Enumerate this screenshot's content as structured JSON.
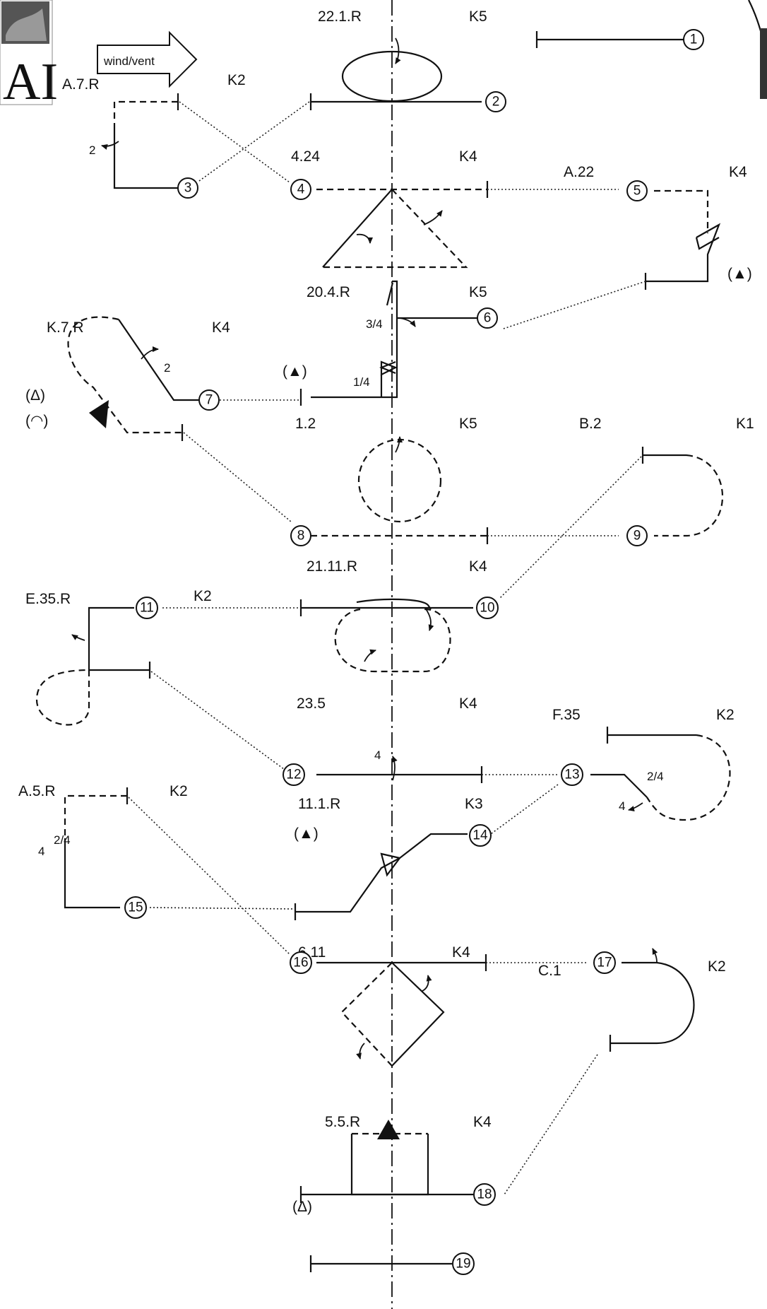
{
  "logo": {
    "letters": "AI"
  },
  "wind": {
    "label": "wind/vent"
  },
  "figures": [
    {
      "name": "22.1.R",
      "k": "K5"
    },
    {
      "name": "A.7.R",
      "k": "K2"
    },
    {
      "name": "4.24",
      "k": "K4"
    },
    {
      "name": "A.22",
      "k": "K4"
    },
    {
      "name": "20.4.R",
      "k": "K5"
    },
    {
      "name": "K.7.R",
      "k": "K4"
    },
    {
      "name": "1.2",
      "k": "K5"
    },
    {
      "name": "B.2",
      "k": "K1"
    },
    {
      "name": "21.11.R",
      "k": "K4"
    },
    {
      "name": "E.35.R",
      "k": "K2"
    },
    {
      "name": "23.5",
      "k": "K4"
    },
    {
      "name": "F.35",
      "k": "K2"
    },
    {
      "name": "A.5.R",
      "k": "K2"
    },
    {
      "name": "11.1.R",
      "k": "K3"
    },
    {
      "name": "6.11",
      "k": "K4"
    },
    {
      "name": "C.1",
      "k": "K2"
    },
    {
      "name": "5.5.R",
      "k": "K4"
    }
  ],
  "notes": {
    "n2_a": "2",
    "n2_b": "2",
    "n34": "3/4",
    "n14": "1/4",
    "n4_a": "4",
    "n4_b": "4",
    "n4_c": "4",
    "n24_a": "2/4",
    "n24_b": "2/4",
    "tri1": "(▲)",
    "tri2": "(▲)",
    "tri3": "(▲)",
    "open1": "(Δ)",
    "open2": "(Δ)",
    "arc": "(◠)"
  },
  "markers": [
    "1",
    "2",
    "3",
    "4",
    "5",
    "6",
    "7",
    "8",
    "9",
    "10",
    "11",
    "12",
    "13",
    "14",
    "15",
    "16",
    "17",
    "18",
    "19"
  ]
}
